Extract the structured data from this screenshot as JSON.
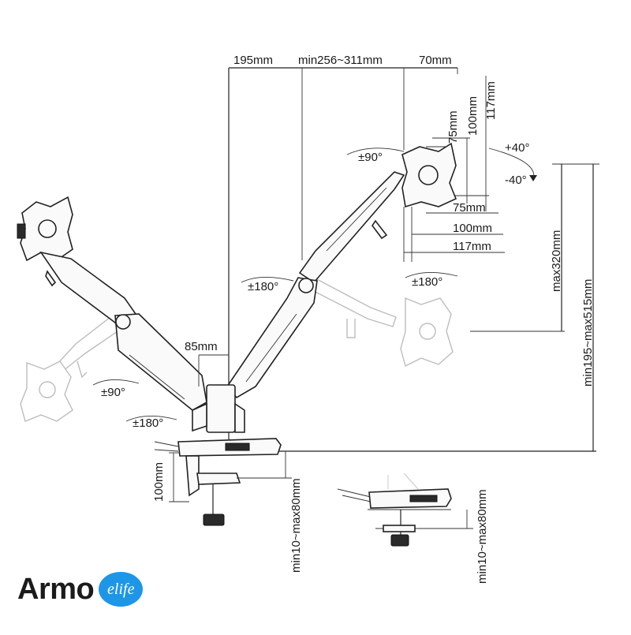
{
  "top_dimensions": {
    "left": "195mm",
    "middle": "min256~311mm",
    "right": "70mm"
  },
  "vesa": {
    "vertical": [
      "75mm",
      "100mm",
      "117mm"
    ],
    "horizontal": [
      "75mm",
      "100mm",
      "117mm"
    ]
  },
  "tilt": {
    "up": "+40°",
    "down": "-40°"
  },
  "rotations": {
    "top_monitor": "±90°",
    "upper_arm": "±180°",
    "ghost_monitor": "±180°",
    "left_monitor": "±90°",
    "base": "±180°"
  },
  "heights": {
    "arm": "max320mm",
    "overall": "min195~max515mm"
  },
  "pole_offset": "85mm",
  "clamp": {
    "height": "100mm",
    "desk_thickness": "min10~max80mm",
    "alt_desk_thickness": "min10~max80mm"
  },
  "logo": {
    "word": "Armo",
    "badge": "elife"
  },
  "colors": {
    "line": "#222222",
    "ghost": "#bdbdbd",
    "logo_blue": "#1d96e8",
    "logo_text": "#1b1b1b"
  }
}
